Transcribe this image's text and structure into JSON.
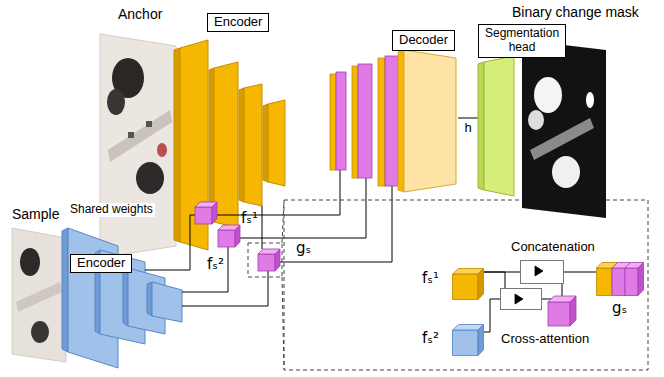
{
  "diagram": {
    "nodes": [
      {
        "text": [
          "Encoder"
        ]
      },
      {
        "text": [
          "Encoder"
        ]
      },
      {
        "text": [
          "Decoder"
        ]
      },
      {
        "text": [
          "Segmentation head"
        ]
      },
      {
        "text": [
          "Concatenation"
        ]
      },
      {
        "text": [
          "Cross-attention"
        ]
      },
      {
        "text": [
          "fₛ¹"
        ]
      },
      {
        "text": [
          "fₛ²"
        ]
      },
      {
        "text": [
          "gₛ"
        ]
      }
    ],
    "edges": [
      {
        "from": 2,
        "to": 3,
        "label": "h",
        "arrow": "none"
      },
      {
        "from": 6,
        "to": 4,
        "arrow": "none"
      },
      {
        "from": 6,
        "to": 5,
        "arrow": "none"
      },
      {
        "from": 7,
        "to": 5,
        "arrow": "none"
      },
      {
        "from": 5,
        "to": 4,
        "arrow": "none"
      },
      {
        "from": 4,
        "to": 8,
        "arrow": "none"
      }
    ],
    "labels": [
      "Anchor",
      "Sample",
      "Binary change mask",
      "Shared weights",
      "fₛ¹",
      "fₛ²",
      "gₛ"
    ]
  }
}
